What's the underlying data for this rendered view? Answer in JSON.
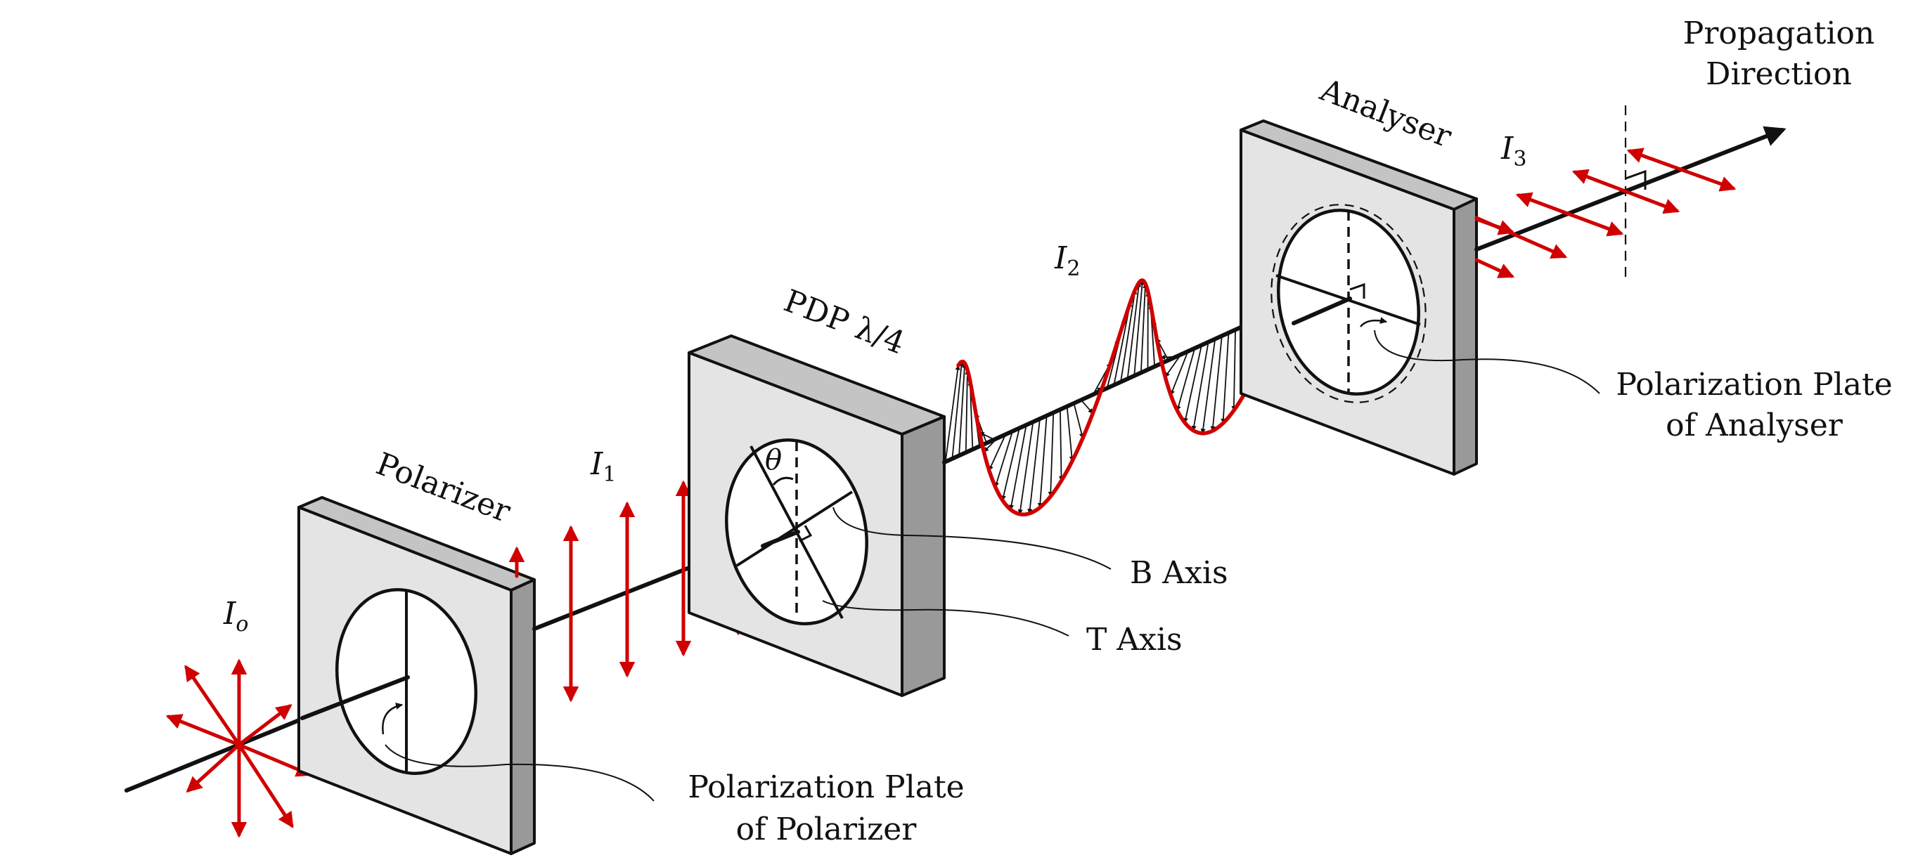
{
  "labels": {
    "propagation": [
      "Propagation",
      "Direction"
    ],
    "analyser": "Analyser",
    "i3": "I",
    "i3_sub": "3",
    "i2": "I",
    "i2_sub": "2",
    "pdp": "PDP λ/4",
    "polarizer": "Polarizer",
    "i1": "I",
    "i1_sub": "1",
    "io": "I",
    "io_sub": "o",
    "theta": "θ",
    "plate_analyser": [
      "Polarization Plate",
      "of Analyser"
    ],
    "b_axis": "B Axis",
    "t_axis": "T Axis",
    "plate_polarizer": [
      "Polarization Plate",
      "of Polarizer"
    ]
  },
  "colors": {
    "wave": "#d00000",
    "ink": "#111111",
    "plate_face": "#e4e4e4",
    "plate_side": "#999999"
  }
}
